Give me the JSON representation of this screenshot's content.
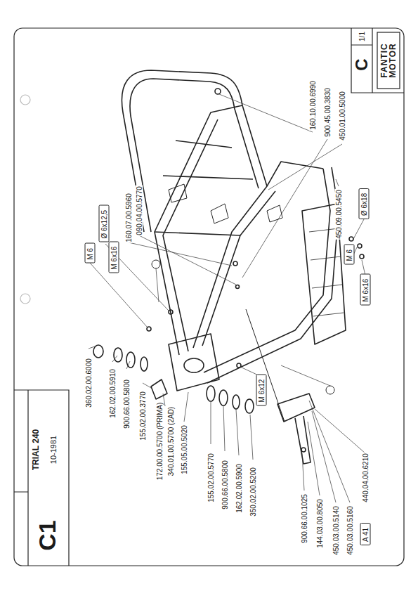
{
  "diagram": {
    "title": "TRIAL 240",
    "nodes": [
      {
        "text": [
          "M 6"
        ]
      },
      {
        "text": [
          "Ø 6x12,5"
        ]
      },
      {
        "text": [
          "M 6x16"
        ]
      },
      {
        "text": [
          "M 6x12"
        ]
      },
      {
        "text": [
          "A 41"
        ]
      },
      {
        "text": [
          "M 6x16"
        ]
      },
      {
        "text": [
          "M 6"
        ]
      },
      {
        "text": [
          "Ø 6x18"
        ]
      }
    ],
    "labels": [
      "C1",
      "10-1981",
      "C",
      "1/1",
      "FANTIC MOTOR",
      "360.02.00.6000",
      "162.02.00.5910",
      "900.66.00.5800",
      "155.02.00.3770",
      "172.00.00.5700 (PRIMA)",
      "340.01.00.5700 (2AD)",
      "155.05.00.5020",
      "155.02.00.5770",
      "900.66.00.5800",
      "162.02.00.5900",
      "350.02.00.5200",
      "900.66.00.1025",
      "144.03.00.8050",
      "450.03.00.5140",
      "450.03.00.5160",
      "440.04.00.6210",
      "160.10.00.6990",
      "900.45.00.3830",
      "450.01.00.5000",
      "450.09.00.5450",
      "160.07.00.5960",
      "090.04.00.5770"
    ]
  }
}
